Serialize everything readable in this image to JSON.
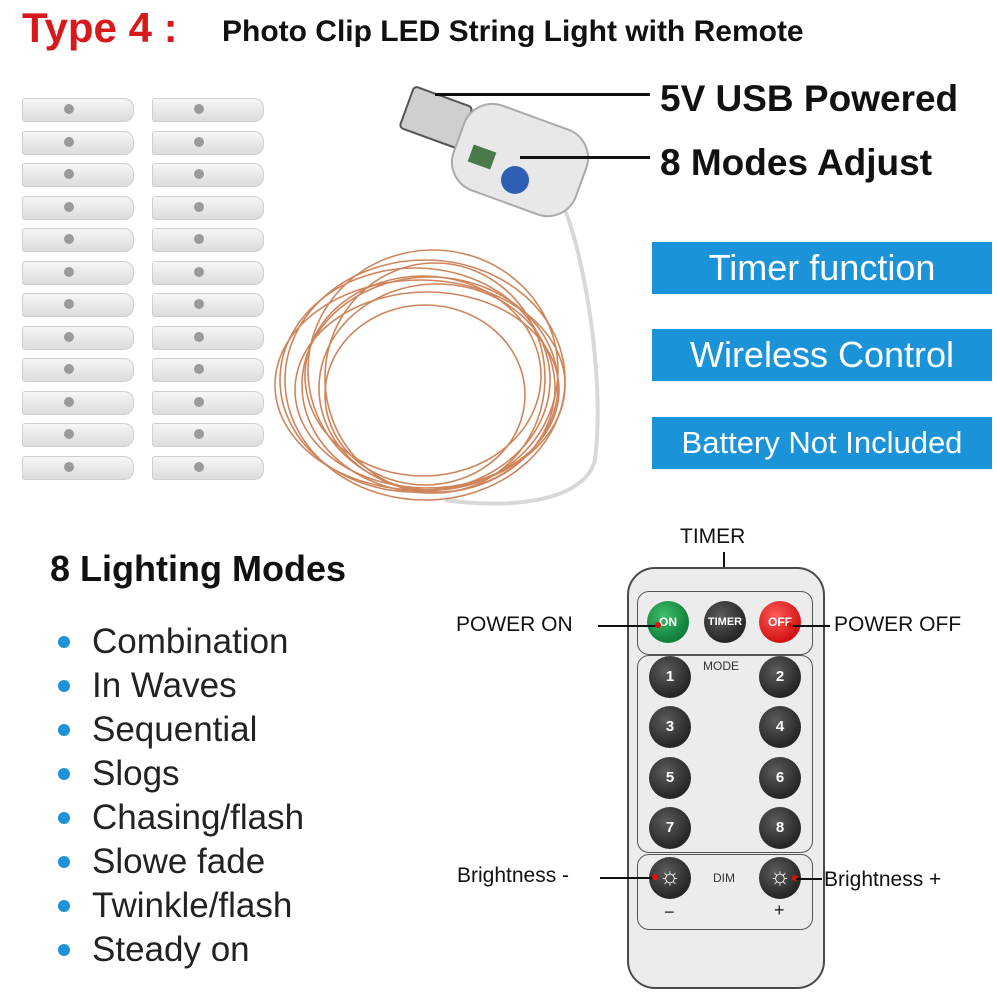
{
  "title": {
    "type_label": "Type 4 :",
    "product_name": "Photo Clip LED String Light with Remote"
  },
  "callouts": {
    "usb": "5V USB Powered",
    "modes_adjust": "8 Modes Adjust"
  },
  "features": [
    "Timer function",
    "Wireless Control",
    "Battery Not Included"
  ],
  "lighting_modes": {
    "heading": "8 Lighting Modes",
    "items": [
      "Combination",
      "In Waves",
      "Sequential",
      "Slogs",
      "Chasing/flash",
      "Slowe fade",
      "Twinkle/flash",
      "Steady on"
    ]
  },
  "remote": {
    "timer_label": "TIMER",
    "power_on_label": "POWER ON",
    "power_off_label": "POWER OFF",
    "btn_on": "ON",
    "btn_timer": "TIMER",
    "btn_off": "OFF",
    "mode_label": "MODE",
    "mode_buttons": [
      "1",
      "2",
      "3",
      "4",
      "5",
      "6",
      "7",
      "8"
    ],
    "dim_label": "DIM",
    "minus": "−",
    "plus": "+",
    "brightness_minus_label": "Brightness -",
    "brightness_plus_label": "Brightness +"
  },
  "colors": {
    "accent_red": "#d7191c",
    "feature_blue": "#1b93d9",
    "copper": "#c9784a"
  },
  "icons": [
    "usb-plug-icon",
    "photo-clip-icon",
    "copper-wire-icon",
    "sun-icon",
    "bullet-dot-icon"
  ]
}
